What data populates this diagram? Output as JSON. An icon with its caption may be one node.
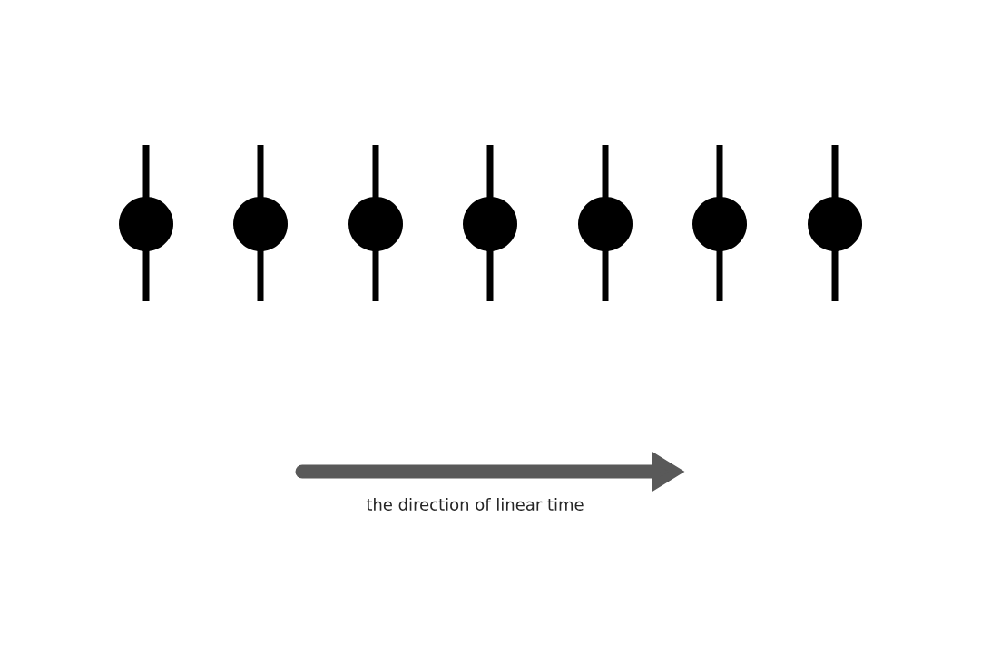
{
  "diagram": {
    "nodes": [
      {
        "text": [],
        "shape": "circle"
      },
      {
        "text": [],
        "shape": "circle"
      },
      {
        "text": [],
        "shape": "circle"
      },
      {
        "text": [],
        "shape": "circle"
      },
      {
        "text": [],
        "shape": "circle"
      },
      {
        "text": [],
        "shape": "circle"
      },
      {
        "text": [],
        "shape": "circle"
      }
    ],
    "labels": [
      "the direction of linear time"
    ]
  }
}
